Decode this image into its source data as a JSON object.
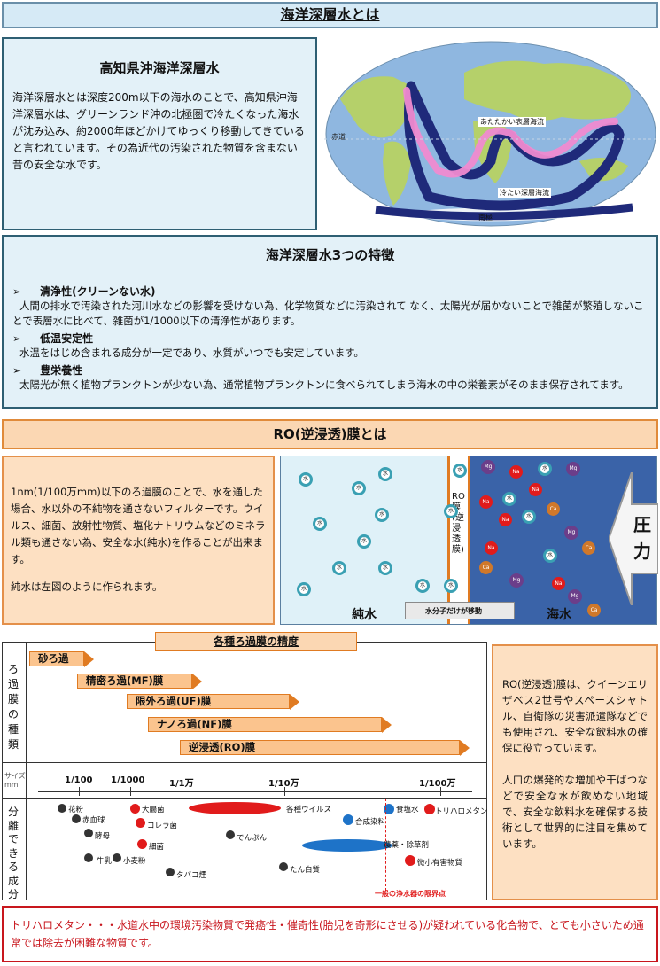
{
  "title": "海洋深層水とは",
  "kochi": {
    "heading": "高知県沖海洋深層水",
    "body": "海洋深層水とは深度200m以下の海水のことで、高知県沖海洋深層水は、グリーンランド沖の北極圏で冷たくなった海水が沈み込み、約2000年ほどかけてゆっくり移動してきていると言われています。その為近代の汚染された物質を含まない昔の安全な水です。"
  },
  "map": {
    "warm_label": "あたたかい表層海流",
    "cold_label": "冷たい深層海流",
    "equator_label": "赤道",
    "south_pole_label": "南極"
  },
  "features": {
    "heading": "海洋深層水3つの特徴",
    "items": [
      {
        "marker": "➢",
        "title": "清浄性(クリーンない水)",
        "body": "人間の排水で汚染された河川水などの影響を受けない為、化学物質などに汚染されて なく、太陽光が届かないことで雑菌が繁殖しないことで表層水に比べて、雑菌が1/1000以下の清浄性があります。"
      },
      {
        "marker": "➢",
        "title": "低温安定性",
        "body": "水温をはじめ含まれる成分が一定であり、水質がいつでも安定しています。"
      },
      {
        "marker": "➢",
        "title": "豊栄養性",
        "body": "太陽光が無く植物プランクトンが少ない為、通常植物プランクトンに食べられてしまう海水の中の栄養素がそのまま保存されてます。"
      }
    ]
  },
  "ro": {
    "heading": "RO(逆浸透)膜とは",
    "body1": "1nm(1/100万mm)以下のろ過膜のことで、水を通した場合、水以外の不純物を通さないフィルターです。ウイルス、細菌、放射性物質、塩化ナトリウムなどのミネラル類も通さない為、安全な水(純水)を作ることが出来ます。",
    "body2": "純水は左図のように作られます。",
    "membrane_label": "RO膜(逆浸透膜)",
    "pure_label": "純水",
    "sea_label": "海水",
    "pressure_label": "圧力",
    "move_label": "水分子だけが移動",
    "water_mol": "水",
    "ions": {
      "na": "Na",
      "mg": "Mg",
      "ca": "Ca"
    }
  },
  "chart": {
    "title": "各種ろ過膜の精度",
    "row_label_types": "ろ過膜の種類",
    "row_label_size": "サイズmm",
    "row_label_sep": "分離できる成分",
    "filters": [
      "砂ろ過",
      "精密ろ過(MF)膜",
      "限外ろ過(UF)膜",
      "ナノろ過(NF)膜",
      "逆浸透(RO)膜"
    ],
    "ticks": [
      "1/100",
      "1/1000",
      "1/1万",
      "1/10万",
      "1/100万"
    ],
    "limit_label": "一般の浄水器の限界点",
    "components": [
      "花粉",
      "赤血球",
      "酵母",
      "牛乳",
      "大腸菌",
      "コレラ菌",
      "細菌",
      "小麦粉",
      "タバコ煙",
      "でんぷん",
      "各種ウイルス",
      "合成染料",
      "たん白質",
      "食塩水",
      "農薬・除草剤",
      "トリハロメタン",
      "微小有害物質"
    ]
  },
  "ro_note": {
    "body1": "RO(逆浸透)膜は、クイーンエリザベス2世号やスペースシャトル、自衛隊の災害派遣隊などでも使用され、安全な飲料水の確保に役立っています。",
    "body2": "人口の爆発的な増加や干ばつなどで安全な水が飲めない地域で、安全な飲料水を確保する技術として世界的に注目を集めています。"
  },
  "footnote": "トリハロメタン・・・水道水中の環境汚染物質で発癌性・催奇性(胎児を奇形にさせる)が疑われている化合物で、とても小さいため通常では除去が困難な物質です。",
  "colors": {
    "blue_panel": "#e3f1f8",
    "orange_panel": "#fde0c2",
    "accent_red": "#e11b1b",
    "accent_blue": "#1e73c8"
  }
}
